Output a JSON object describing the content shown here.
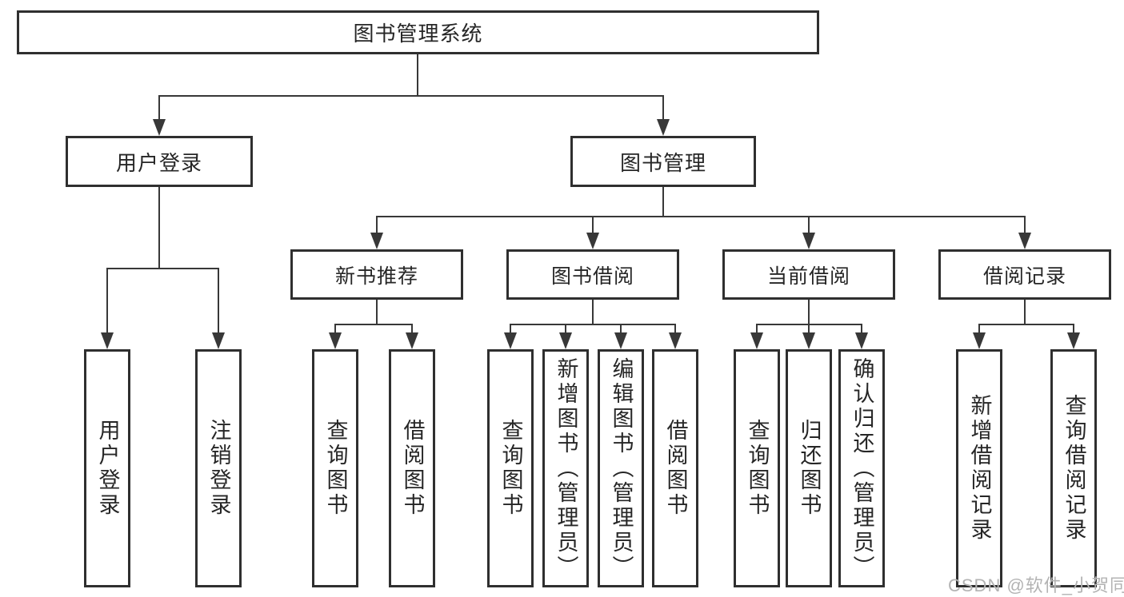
{
  "diagram": {
    "title": "图书管理系统",
    "level2": {
      "user_login": "用户登录",
      "book_mgmt": "图书管理"
    },
    "level3": {
      "new_books": "新书推荐",
      "book_borrow": "图书借阅",
      "current_borrow": "当前借阅",
      "borrow_records": "借阅记录"
    },
    "leaves": {
      "user_login_login": "用户登录",
      "user_login_logout": "注销登录",
      "new_books_query": "查询图书",
      "new_books_borrow": "借阅图书",
      "book_borrow_query": "查询图书",
      "book_borrow_add": "新增图书（管理员）",
      "book_borrow_edit": "编辑图书（管理员）",
      "book_borrow_borrow": "借阅图书",
      "current_query": "查询图书",
      "current_return": "归还图书",
      "current_confirm": "确认归还（管理员）",
      "records_add": "新增借阅记录",
      "records_query": "查询借阅记录"
    }
  },
  "watermark": "CSDN @软件_小贺同学",
  "colors": {
    "line": "#383838",
    "box_border": "#2f2f2f",
    "text": "#262626",
    "watermark": "#b3b3b3",
    "background": "#ffffff"
  }
}
